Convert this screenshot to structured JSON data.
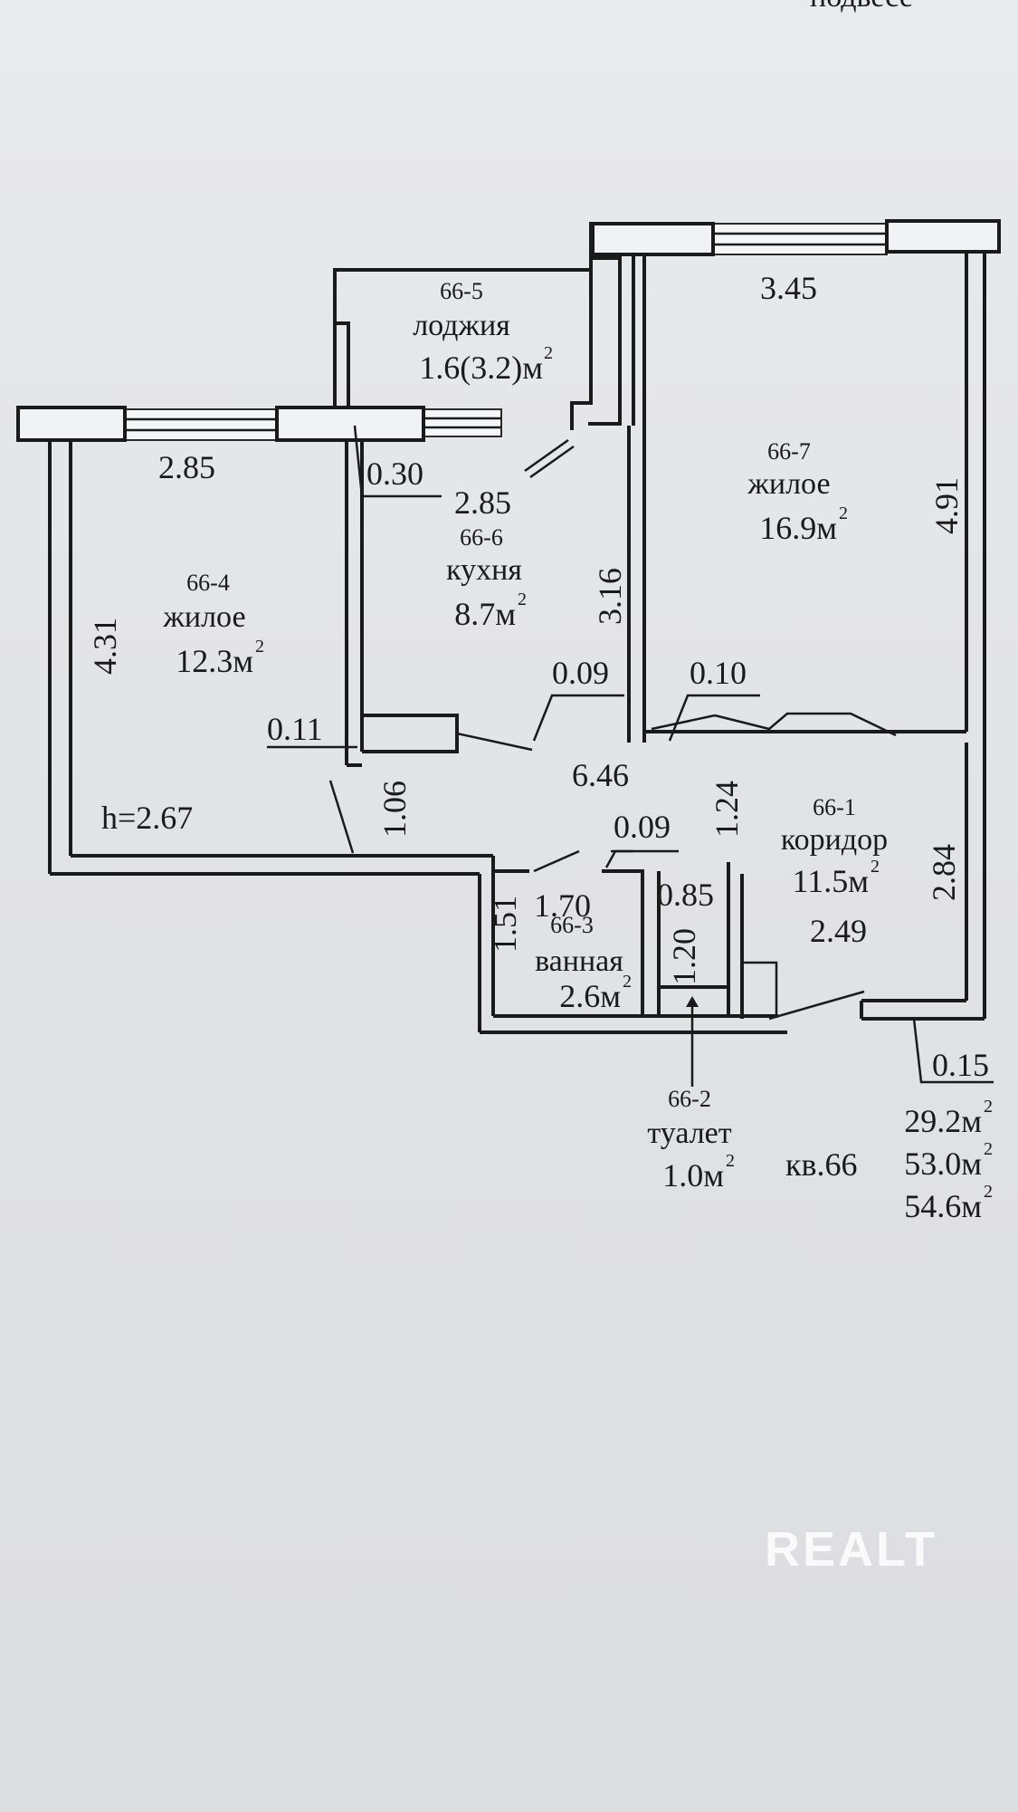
{
  "top_edge_text": "подвесе",
  "rooms": {
    "loggia": {
      "code": "66-5",
      "name": "лоджия",
      "area": "1.6(3.2)м",
      "sup": "2"
    },
    "kitchen": {
      "code": "66-6",
      "name": "кухня",
      "area": "8.7м",
      "sup": "2"
    },
    "living1": {
      "code": "66-4",
      "name": "жилое",
      "area": "12.3м",
      "sup": "2"
    },
    "living2": {
      "code": "66-7",
      "name": "жилое",
      "area": "16.9м",
      "sup": "2"
    },
    "corridor": {
      "code": "66-1",
      "name": "коридор",
      "area": "11.5м",
      "sup": "2"
    },
    "bathroom": {
      "code": "66-3",
      "name": "ванная",
      "area": "2.6м",
      "sup": "2"
    },
    "toilet": {
      "code": "66-2",
      "name": "туалет",
      "area": "1.0м",
      "sup": "2"
    }
  },
  "dimensions": {
    "d_3_45": "3.45",
    "d_2_85_left": "2.85",
    "d_0_30": "0.30",
    "d_2_85_kitchen": "2.85",
    "d_4_91": "4.91",
    "d_3_16": "3.16",
    "d_4_31": "4.31",
    "d_0_09_a": "0.09",
    "d_0_10": "0.10",
    "d_0_11": "0.11",
    "d_6_46": "6.46",
    "d_1_06": "1.06",
    "d_1_24": "1.24",
    "d_h": "h=2.67",
    "d_0_09_b": "0.09",
    "d_2_84": "2.84",
    "d_1_70": "1.70",
    "d_0_85": "0.85",
    "d_1_51": "1.51",
    "d_1_20": "1.20",
    "d_2_49": "2.49",
    "d_0_15": "0.15"
  },
  "summary": {
    "apartment": "кв.66",
    "living_area": "29.2м",
    "total_area": "53.0м",
    "total_with_loggia": "54.6м",
    "sup": "2"
  },
  "watermark": "REALT"
}
